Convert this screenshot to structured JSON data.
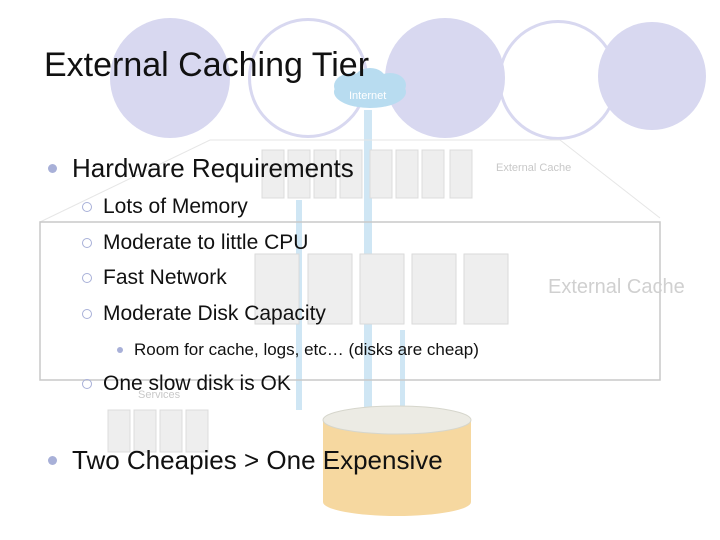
{
  "slide": {
    "title": "External Caching Tier",
    "bullets": [
      {
        "text": "Hardware Requirements",
        "children": [
          {
            "text": "Lots of Memory"
          },
          {
            "text": "Moderate to little CPU"
          },
          {
            "text": "Fast Network"
          },
          {
            "text": "Moderate Disk Capacity",
            "children": [
              {
                "text": "Room for cache, logs, etc… (disks are cheap)"
              }
            ]
          },
          {
            "text": "One slow disk is OK"
          }
        ]
      },
      {
        "text": "Two Cheapies > One Expensive"
      }
    ]
  },
  "diagram": {
    "internet_label": "Internet",
    "external_cache_small": "External Cache",
    "external_cache_large": "External Cache",
    "services_label": "Services"
  },
  "colors": {
    "decor_circle": "#d8d8f0",
    "bullet_mark": "#a8b0d8",
    "database": "#f6d8a0",
    "cloud": "#b8dcf0"
  }
}
